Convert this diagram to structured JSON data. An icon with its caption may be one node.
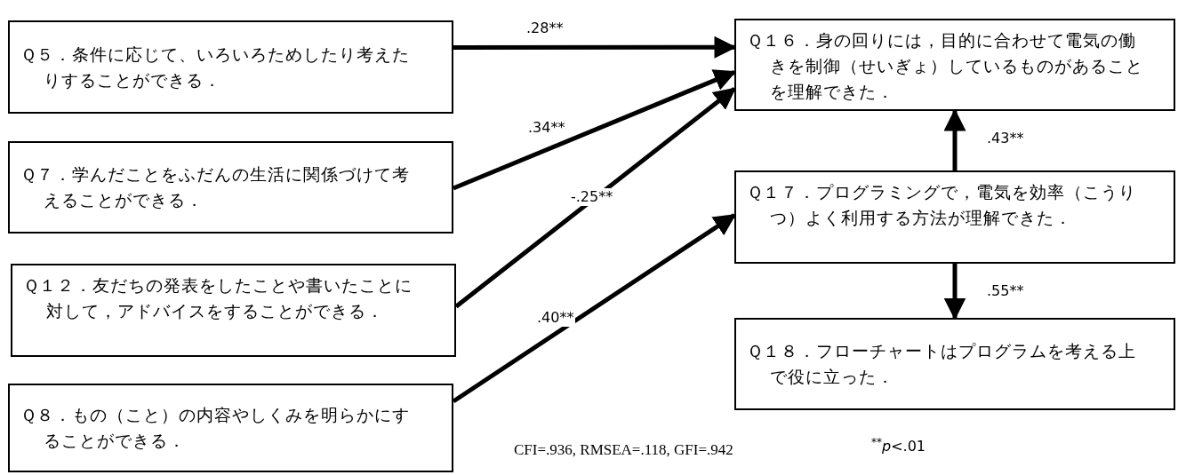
{
  "diagram": {
    "nodes": [
      {
        "text": [
          "Ｑ５．条件に応じて、いろいろためしたり考えたりすることができる．"
        ]
      },
      {
        "text": [
          "Ｑ７．学んだことをふだんの生活に関係づけて考えることができる．"
        ]
      },
      {
        "text": [
          "Ｑ１２．友だちの発表をしたことや書いたことに対して，アドバイスをすることができる．"
        ]
      },
      {
        "text": [
          "Ｑ８．もの（こと）の内容やしくみを明らかにすることができる．"
        ]
      },
      {
        "text": [
          "Ｑ１６．身の回りには，目的に合わせて電気の働きを制御（せいぎょ）しているものがあることを理解できた．"
        ]
      },
      {
        "text": [
          "Ｑ１７．プログラミングで，電気を効率（こうりつ）よく利用する方法が理解できた．"
        ]
      },
      {
        "text": [
          "Ｑ１８．フローチャートはプログラムを考える上で役に立った．"
        ]
      }
    ],
    "edges": [
      {
        "from": 0,
        "to": 4,
        "arrow": "to",
        "label": ".28**"
      },
      {
        "from": 1,
        "to": 4,
        "arrow": "to",
        "label": ".34**"
      },
      {
        "from": 2,
        "to": 4,
        "arrow": "to",
        "label": "-.25**"
      },
      {
        "from": 3,
        "to": 5,
        "arrow": "to",
        "label": ".40**"
      },
      {
        "from": 5,
        "to": 4,
        "arrow": "to",
        "label": ".43**"
      },
      {
        "from": 5,
        "to": 6,
        "arrow": "to",
        "label": ".55**"
      }
    ],
    "labels": [
      "CFI=.936, RMSEA=.118, GFI=.942",
      "$^{**}$*p*<.01"
    ]
  }
}
